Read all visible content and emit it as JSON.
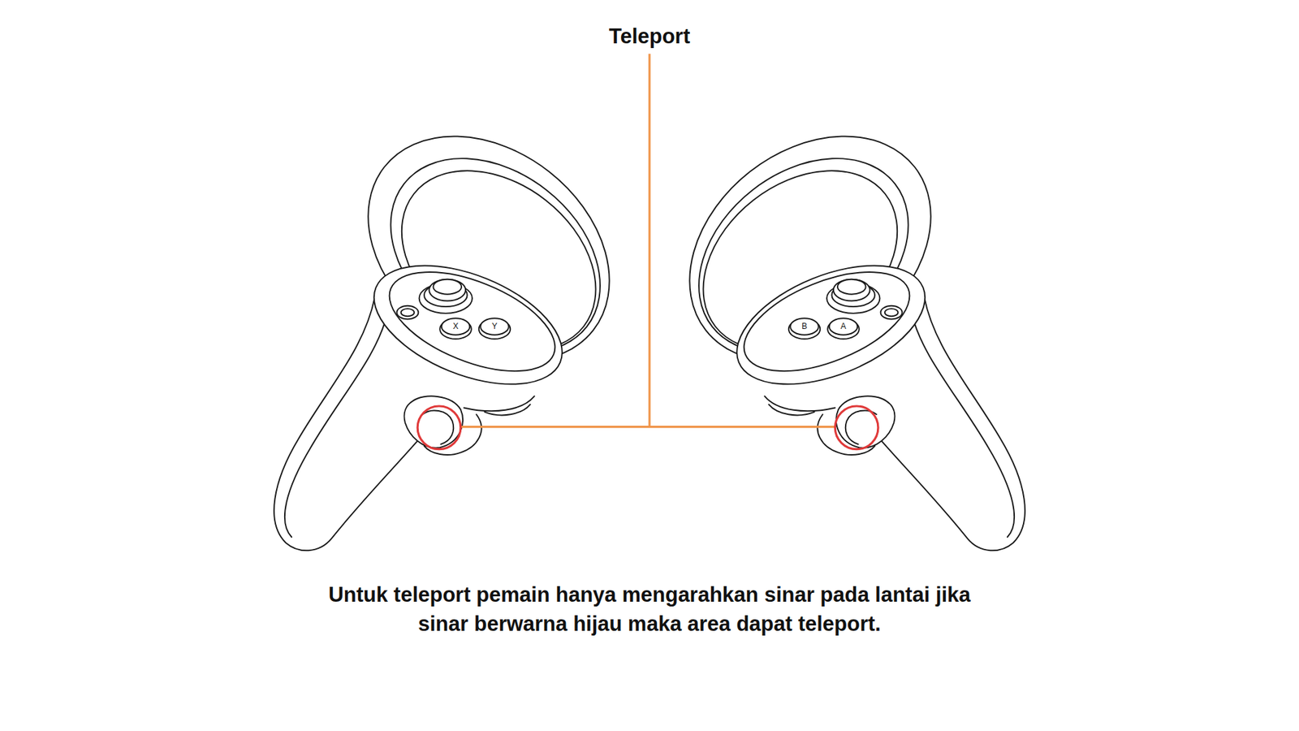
{
  "diagram": {
    "caption": "Untuk teleport pemain hanya mengarahkan sinar pada lantai jika sinar berwarna hijau maka area dapat teleport.",
    "labels": [
      "Teleport",
      "X",
      "Y",
      "B",
      "A"
    ]
  }
}
